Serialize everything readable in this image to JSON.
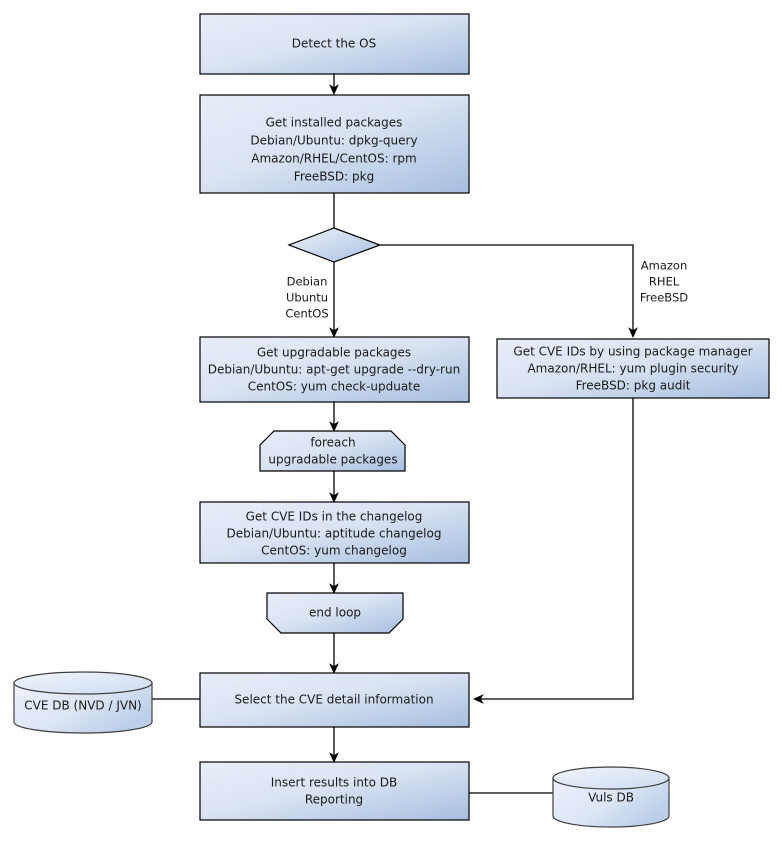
{
  "diagram": {
    "title": "Vuls scan workflow flowchart",
    "type": "flowchart",
    "background": "#ffffff",
    "palette": {
      "node_fill_light": "#e4eaf6",
      "node_fill_dark": "#a8c0e0",
      "node_stroke": "#000000",
      "cylinder_stroke": "#3f3f3f",
      "text_color": "#1a1a1a",
      "connector_color": "#000000"
    },
    "nodes": [
      {
        "id": "detect-os",
        "shape": "process",
        "lines": [
          "Detect the OS"
        ]
      },
      {
        "id": "get-installed-packages",
        "shape": "process",
        "lines": [
          "Get installed packages",
          "Debian/Ubuntu: dpkg-query",
          "Amazon/RHEL/CentOS: rpm",
          "FreeBSD: pkg"
        ]
      },
      {
        "id": "os-decision",
        "shape": "decision",
        "lines": []
      },
      {
        "id": "get-upgradable-packages",
        "shape": "process",
        "lines": [
          "Get upgradable packages",
          "Debian/Ubuntu: apt-get upgrade --dry-run",
          "CentOS: yum check-upduate"
        ]
      },
      {
        "id": "get-cve-ids-package-manager",
        "shape": "process",
        "lines": [
          "Get CVE IDs by using package manager",
          "Amazon/RHEL: yum plugin security",
          "FreeBSD: pkg audit"
        ]
      },
      {
        "id": "foreach-loop-start",
        "shape": "loop-start",
        "lines": [
          "foreach",
          "upgradable  packages"
        ]
      },
      {
        "id": "get-cve-ids-changelog",
        "shape": "process",
        "lines": [
          "Get CVE IDs in the changelog",
          "Debian/Ubuntu: aptitude changelog",
          "CentOS: yum changelog"
        ]
      },
      {
        "id": "end-loop",
        "shape": "loop-end",
        "lines": [
          "end loop"
        ]
      },
      {
        "id": "select-cve-detail",
        "shape": "process",
        "lines": [
          "Select the CVE detail information"
        ]
      },
      {
        "id": "insert-results",
        "shape": "process",
        "lines": [
          "Insert results into DB",
          "Reporting"
        ]
      },
      {
        "id": "cve-db",
        "shape": "database",
        "lines": [
          "CVE DB (NVD / JVN)"
        ]
      },
      {
        "id": "vuls-db",
        "shape": "database",
        "lines": [
          "Vuls DB"
        ]
      }
    ],
    "edge_labels": {
      "left_branch": [
        "Debian",
        "Ubuntu",
        "CentOS"
      ],
      "right_branch": [
        "Amazon",
        "RHEL",
        "FreeBSD"
      ]
    }
  }
}
